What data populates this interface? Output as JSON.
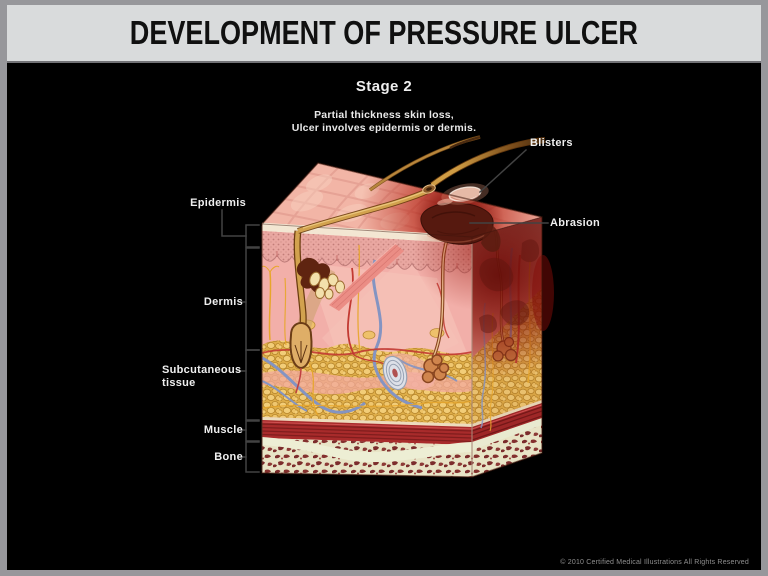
{
  "header": {
    "title": "DEVELOPMENT OF PRESSURE ULCER"
  },
  "stage": {
    "title": "Stage 2",
    "description_line1": "Partial thickness skin loss,",
    "description_line2": "Ulcer involves epidermis or dermis."
  },
  "labels": {
    "blisters": "Blisters",
    "abrasion": "Abrasion",
    "epidermis": "Epidermis",
    "dermis": "Dermis",
    "subcutaneous_line1": "Subcutaneous",
    "subcutaneous_line2": "tissue",
    "muscle": "Muscle",
    "bone": "Bone"
  },
  "footer": {
    "copyright": "© 2010 Certified Medical Illustrations All Rights Reserved"
  },
  "colors": {
    "frame_border": "#97979b",
    "header_bg": "#d9dbdc",
    "canvas_bg": "#000000",
    "title_color": "#101010",
    "label_color": "#efefef",
    "leader_line": "#424242",
    "skin_pink": "#f2b3a8",
    "inflamed_red": "#9c1410",
    "fat_yellow": "#e2af46",
    "muscle_red": "#a82b2b",
    "bone_cream": "#e8e4c6"
  }
}
